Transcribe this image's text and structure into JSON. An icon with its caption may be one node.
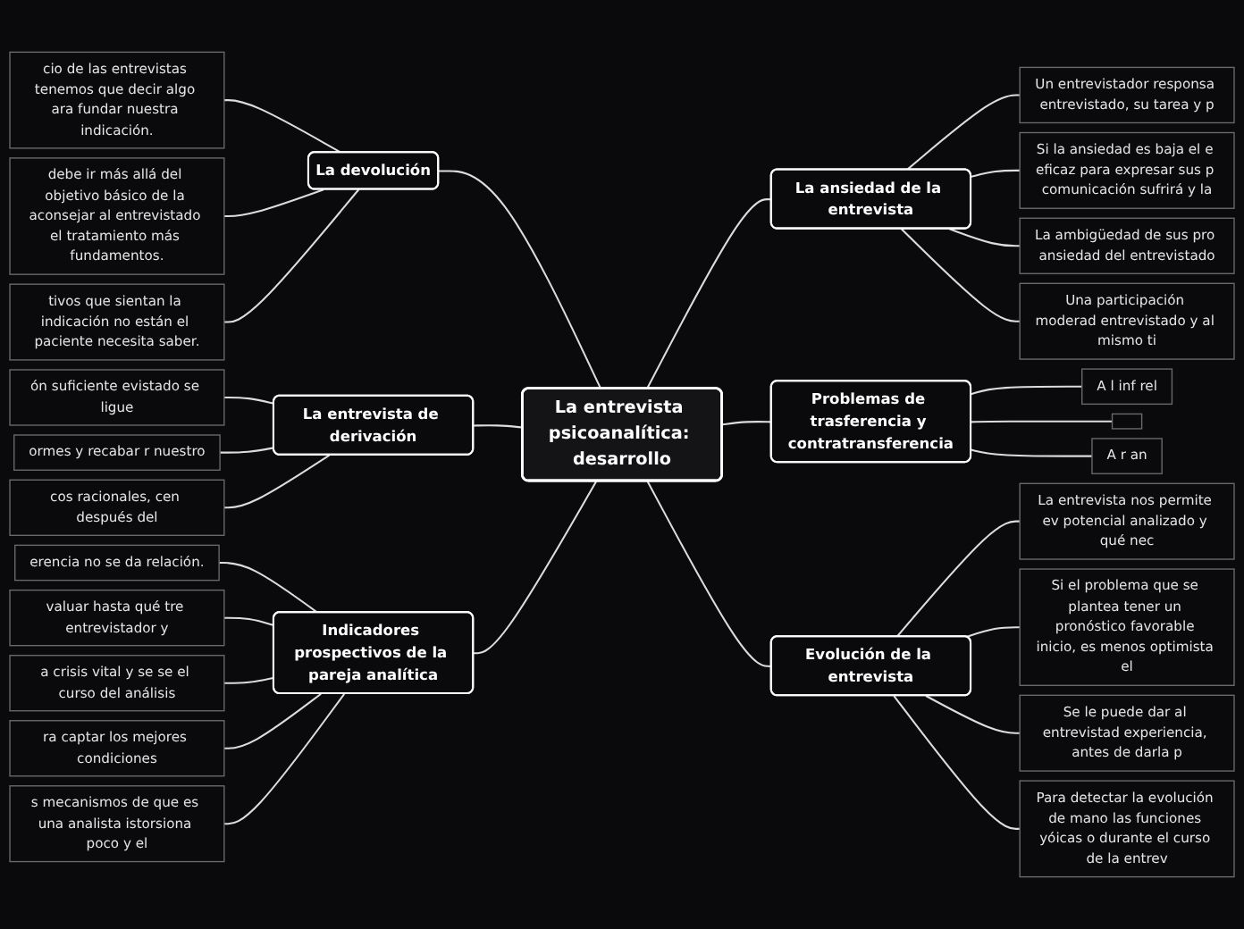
{
  "diagram": {
    "nodes": [
      {
        "text": [
          "La entrevista psicoanalítica: desarrollo"
        ]
      },
      {
        "text": [
          "La devolución"
        ]
      },
      {
        "text": [
          "cio de las entrevistas tenemos que decir algo ara fundar nuestra indicación."
        ]
      },
      {
        "text": [
          "debe ir más allá del objetivo básico de la aconsejar al entrevistado el tratamiento más fundamentos."
        ]
      },
      {
        "text": [
          "tivos que sientan la indicación no están el paciente necesita saber."
        ]
      },
      {
        "text": [
          "La ansiedad de la entrevista"
        ]
      },
      {
        "text": [
          "Un entrevistador responsa entrevistado, su tarea y p"
        ]
      },
      {
        "text": [
          "Si la ansiedad es baja el e eficaz para expresar sus p comunicación sufrirá y la"
        ]
      },
      {
        "text": [
          "La ambigüedad de sus pro ansiedad del entrevistado"
        ]
      },
      {
        "text": [
          "Una participación moderad entrevistado y al mismo ti"
        ]
      },
      {
        "text": [
          "Problemas de trasferencia y contratransferencia"
        ]
      },
      {
        "text": [
          "A l inf rel"
        ]
      },
      {
        "text": [],
        "shape": "box"
      },
      {
        "text": [
          "A r an"
        ]
      },
      {
        "text": [
          "Evolución de la entrevista"
        ]
      },
      {
        "text": [
          "La entrevista nos permite ev potencial analizado y qué nec"
        ]
      },
      {
        "text": [
          "Si el problema que se plantea tener un pronóstico favorable inicio, es menos optimista el"
        ]
      },
      {
        "text": [
          "Se le puede dar al entrevistad experiencia, antes de darla p"
        ]
      },
      {
        "text": [
          "Para detectar la evolución de mano las funciones yóicas o durante el curso de la entrev"
        ]
      },
      {
        "text": [
          "La entrevista de derivación"
        ]
      },
      {
        "text": [
          "ón suficiente evistado se ligue"
        ]
      },
      {
        "text": [
          "ormes y recabar r nuestro"
        ]
      },
      {
        "text": [
          "cos racionales, cen después del"
        ]
      },
      {
        "text": [
          "Indicadores prospectivos de la pareja analítica"
        ]
      },
      {
        "text": [
          "erencia no se da relación."
        ]
      },
      {
        "text": [
          "valuar hasta qué tre entrevistador y"
        ]
      },
      {
        "text": [
          "a crisis vital y se se el curso del análisis"
        ]
      },
      {
        "text": [
          "ra captar los mejores condiciones"
        ]
      },
      {
        "text": [
          "s mecanismos de que es una analista istorsiona poco y el"
        ]
      }
    ],
    "edges": [
      {
        "from": 1,
        "to": 0,
        "arrow": "none"
      },
      {
        "from": 2,
        "to": 1,
        "arrow": "none"
      },
      {
        "from": 3,
        "to": 1,
        "arrow": "none"
      },
      {
        "from": 4,
        "to": 1,
        "arrow": "none"
      },
      {
        "from": 0,
        "to": 5,
        "arrow": "none"
      },
      {
        "from": 5,
        "to": 6,
        "arrow": "none"
      },
      {
        "from": 5,
        "to": 7,
        "arrow": "none"
      },
      {
        "from": 5,
        "to": 8,
        "arrow": "none"
      },
      {
        "from": 5,
        "to": 9,
        "arrow": "none"
      },
      {
        "from": 0,
        "to": 10,
        "arrow": "none"
      },
      {
        "from": 10,
        "to": 11,
        "arrow": "none"
      },
      {
        "from": 10,
        "to": 12,
        "arrow": "none"
      },
      {
        "from": 10,
        "to": 13,
        "arrow": "none"
      },
      {
        "from": 0,
        "to": 14,
        "arrow": "none"
      },
      {
        "from": 14,
        "to": 15,
        "arrow": "none"
      },
      {
        "from": 14,
        "to": 16,
        "arrow": "none"
      },
      {
        "from": 14,
        "to": 17,
        "arrow": "none"
      },
      {
        "from": 14,
        "to": 18,
        "arrow": "none"
      },
      {
        "from": 19,
        "to": 0,
        "arrow": "none"
      },
      {
        "from": 20,
        "to": 19,
        "arrow": "none"
      },
      {
        "from": 21,
        "to": 19,
        "arrow": "none"
      },
      {
        "from": 22,
        "to": 19,
        "arrow": "none"
      },
      {
        "from": 23,
        "to": 0,
        "arrow": "none"
      },
      {
        "from": 24,
        "to": 23,
        "arrow": "none"
      },
      {
        "from": 25,
        "to": 23,
        "arrow": "none"
      },
      {
        "from": 26,
        "to": 23,
        "arrow": "none"
      },
      {
        "from": 27,
        "to": 23,
        "arrow": "none"
      },
      {
        "from": 28,
        "to": 23,
        "arrow": "none"
      }
    ]
  }
}
